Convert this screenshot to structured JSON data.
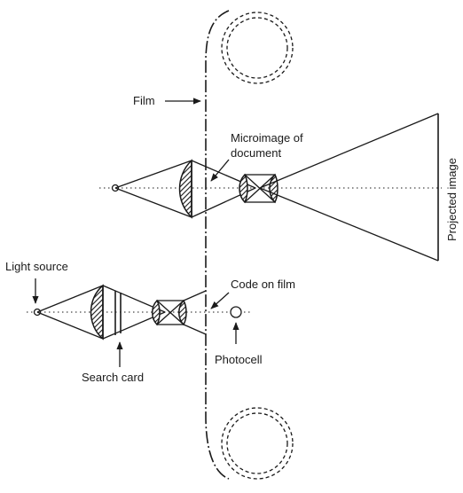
{
  "labels": {
    "film": "Film",
    "microimage_line1": "Microimage of",
    "microimage_line2": "document",
    "projected_image": "Projected image",
    "light_source": "Light source",
    "code_on_film": "Code on film",
    "photocell": "Photocell",
    "search_card": "Search card"
  }
}
